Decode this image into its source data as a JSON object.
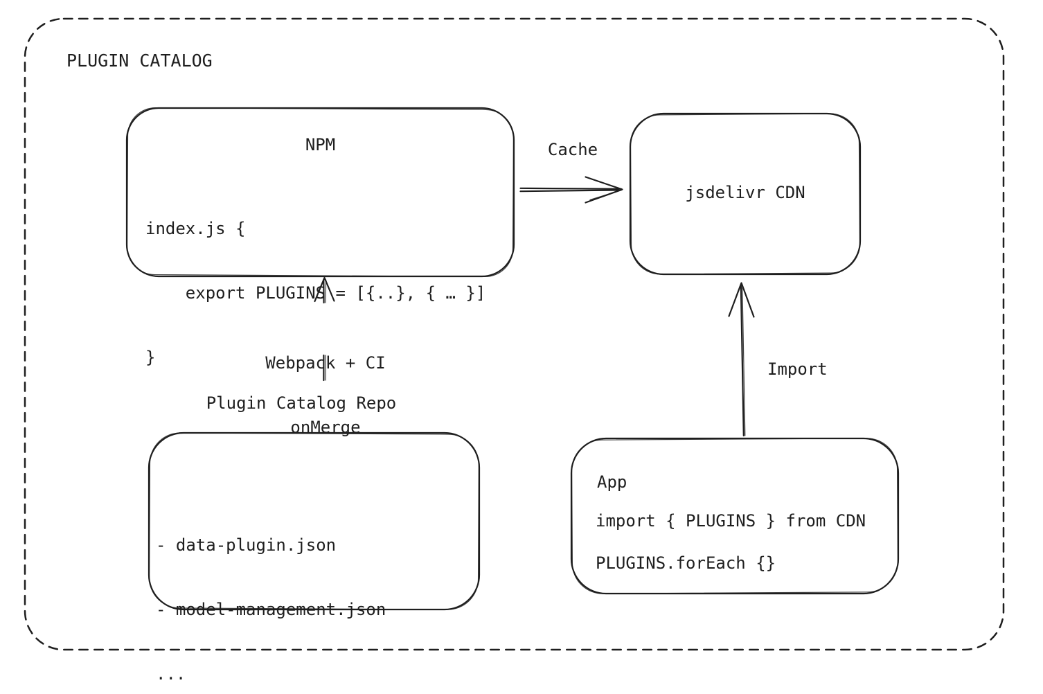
{
  "palette": {
    "stroke": "#1e1e1e",
    "background": "#ffffff"
  },
  "frame": {
    "title": "PLUGIN CATALOG"
  },
  "nodes": {
    "npm": {
      "title": "NPM",
      "code": [
        "index.js {",
        "    export PLUGINS = [{..}, { … }]",
        "}"
      ]
    },
    "cdn": {
      "label": "jsdelivr CDN"
    },
    "repo": {
      "heading": "Plugin Catalog Repo",
      "items": [
        "- data-plugin.json",
        "- model-management.json",
        "..."
      ]
    },
    "app": {
      "title": "App",
      "lines": [
        "import { PLUGINS } from CDN",
        "PLUGINS.forEach {}"
      ]
    }
  },
  "edges": {
    "cache": {
      "label": "Cache",
      "from": "npm",
      "to": "cdn"
    },
    "build": {
      "label": [
        "Webpack + CI",
        "onMerge"
      ],
      "from": "repo",
      "to": "npm"
    },
    "import": {
      "label": "Import",
      "from": "app",
      "to": "cdn"
    }
  }
}
